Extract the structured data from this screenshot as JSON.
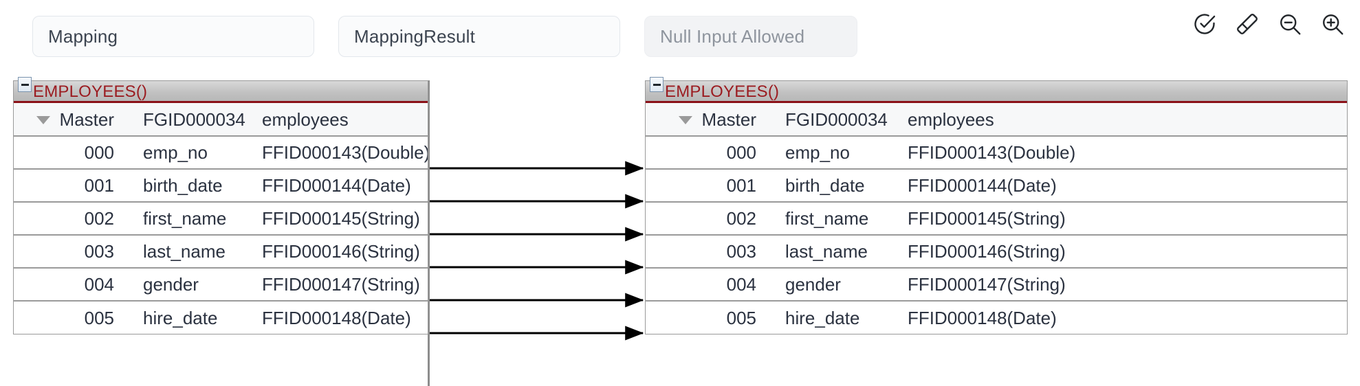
{
  "toolbar": {
    "fields": [
      {
        "name": "mapping-name-field",
        "value": "Mapping",
        "disabled": false
      },
      {
        "name": "mapping-result-field",
        "value": "MappingResult",
        "disabled": false
      },
      {
        "name": "null-input-field",
        "value": "Null Input Allowed",
        "disabled": true
      }
    ],
    "icons": [
      {
        "name": "validate-check-icon",
        "title": "Validate"
      },
      {
        "name": "eraser-icon",
        "title": "Clear"
      },
      {
        "name": "zoom-out-icon",
        "title": "Zoom Out"
      },
      {
        "name": "zoom-in-icon",
        "title": "Zoom In"
      }
    ]
  },
  "colors": {
    "title_text": "#9b1c21",
    "title_rule": "#8b1118",
    "grid_line": "#9a9a9a",
    "text": "#2b3240",
    "connector": "#000000"
  },
  "source_node": {
    "title": "EMPLOYEES()",
    "collapse_label": "-",
    "header": {
      "scope": "Master",
      "id": "FGID000034",
      "table": "employees"
    },
    "rows": [
      {
        "index": "000",
        "field": "emp_no",
        "type": "FFID000143(Double)"
      },
      {
        "index": "001",
        "field": "birth_date",
        "type": "FFID000144(Date)"
      },
      {
        "index": "002",
        "field": "first_name",
        "type": "FFID000145(String)"
      },
      {
        "index": "003",
        "field": "last_name",
        "type": "FFID000146(String)"
      },
      {
        "index": "004",
        "field": "gender",
        "type": "FFID000147(String)"
      },
      {
        "index": "005",
        "field": "hire_date",
        "type": "FFID000148(Date)"
      }
    ]
  },
  "target_node": {
    "title": "EMPLOYEES()",
    "collapse_label": "-",
    "header": {
      "scope": "Master",
      "id": "FGID000034",
      "table": "employees"
    },
    "rows": [
      {
        "index": "000",
        "field": "emp_no",
        "type": "FFID000143(Double)"
      },
      {
        "index": "001",
        "field": "birth_date",
        "type": "FFID000144(Date)"
      },
      {
        "index": "002",
        "field": "first_name",
        "type": "FFID000145(String)"
      },
      {
        "index": "003",
        "field": "last_name",
        "type": "FFID000146(String)"
      },
      {
        "index": "004",
        "field": "gender",
        "type": "FFID000147(String)"
      },
      {
        "index": "005",
        "field": "hire_date",
        "type": "FFID000148(Date)"
      }
    ]
  },
  "connections": [
    {
      "from": "000",
      "to": "000"
    },
    {
      "from": "001",
      "to": "001"
    },
    {
      "from": "002",
      "to": "002"
    },
    {
      "from": "003",
      "to": "003"
    },
    {
      "from": "004",
      "to": "004"
    },
    {
      "from": "005",
      "to": "005"
    }
  ]
}
